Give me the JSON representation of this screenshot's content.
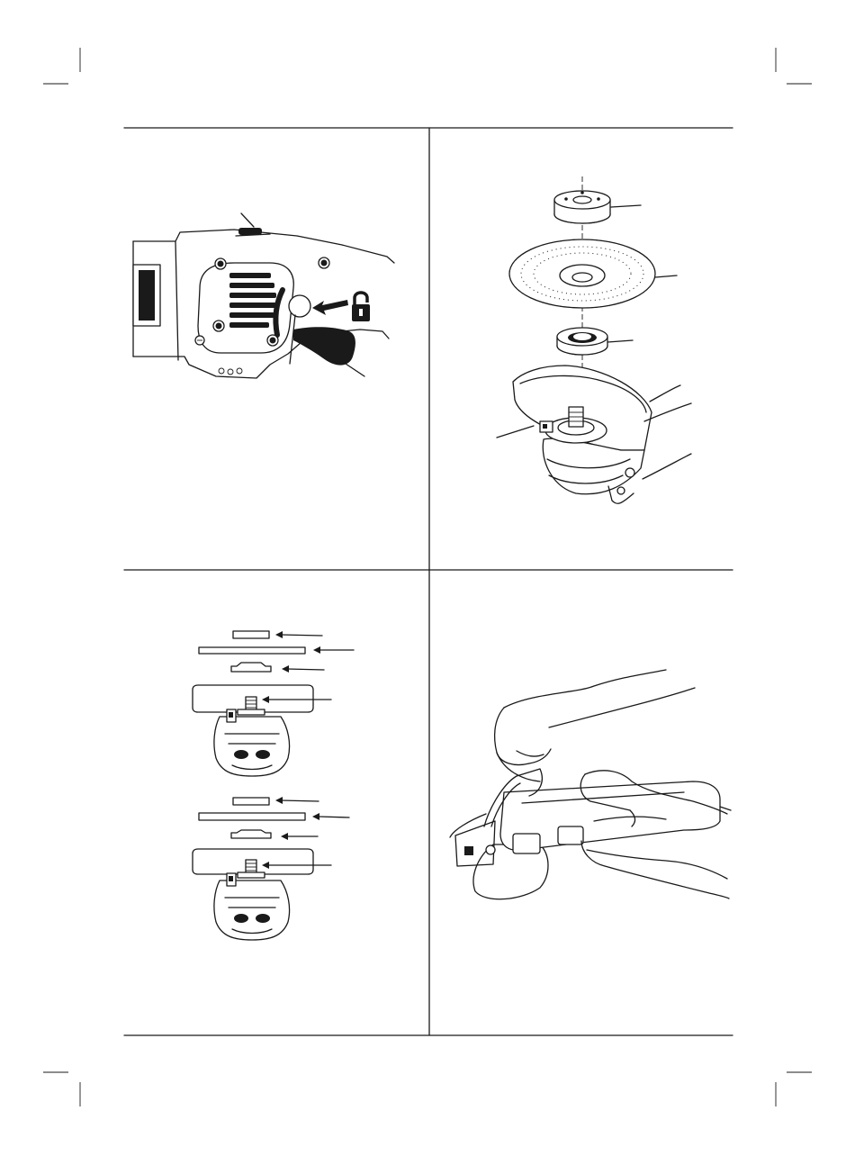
{
  "page": {
    "frame_color": "#1a1a1a",
    "background": "#ffffff"
  },
  "figures": [
    {
      "id": "spindle-lock-view",
      "icon": "lock-icon"
    },
    {
      "id": "exploded-accessory-view"
    },
    {
      "id": "flange-order-diagrams"
    },
    {
      "id": "two-hand-grip-view"
    }
  ]
}
